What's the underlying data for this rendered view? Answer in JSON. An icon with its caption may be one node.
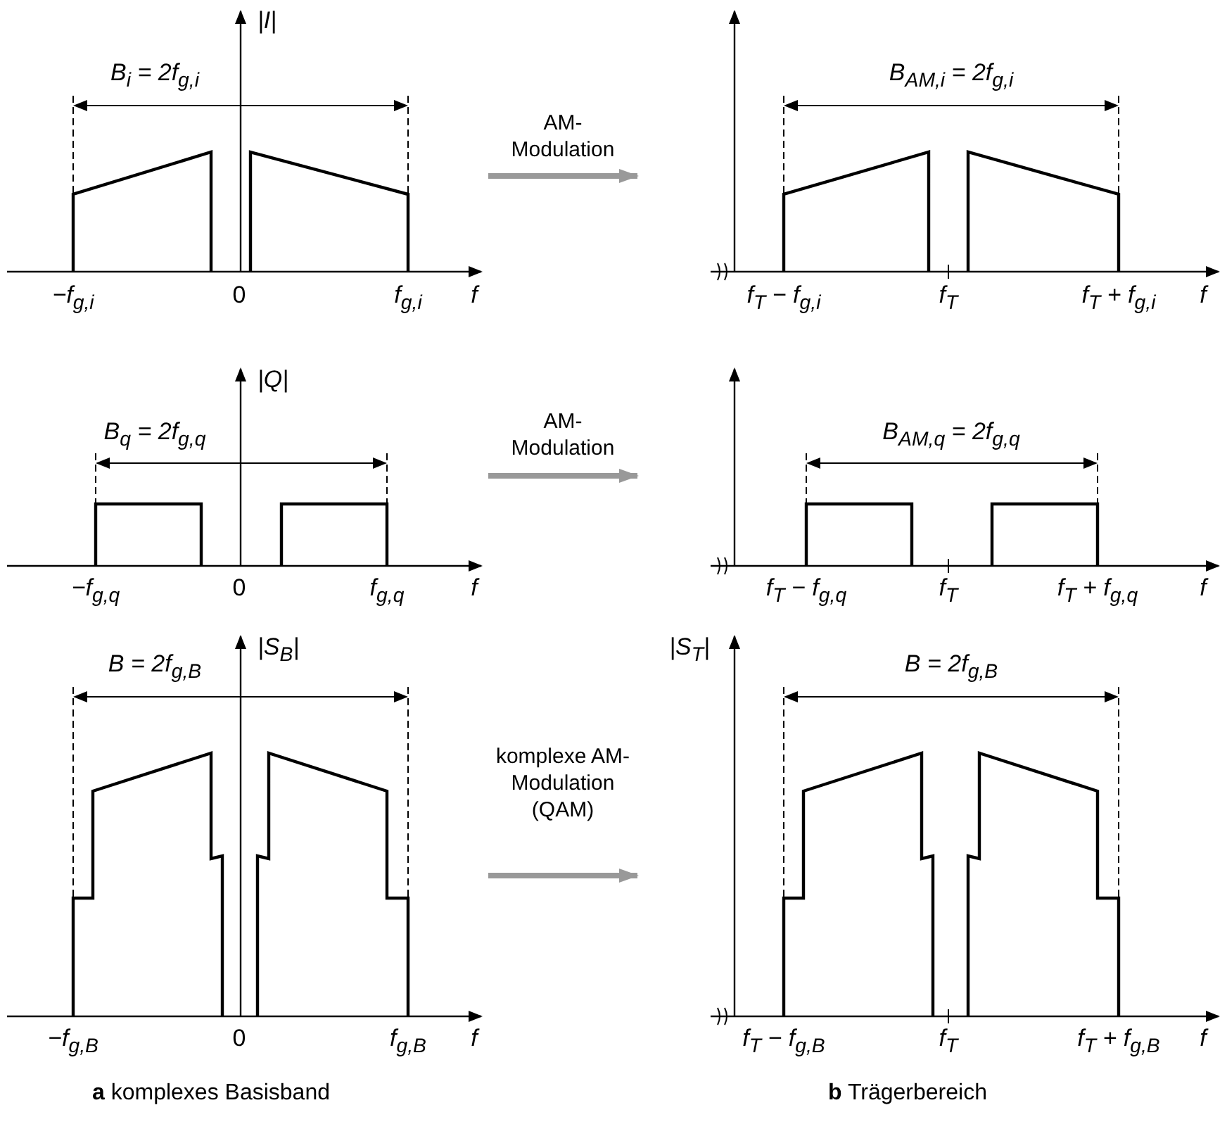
{
  "diagram": {
    "nodes": [
      {
        "text": [
          "|I|",
          "B$_{i}$ = 2f$_{g,i}$",
          "−f$_{g,i}$",
          "0",
          "f$_{g,i}$",
          "f"
        ]
      },
      {
        "text": [
          "B$_{AM,i}$ = 2f$_{g,i}$",
          "f$_{T}$ − f$_{g,i}$",
          "f$_{T}$",
          "f$_{T}$ + f$_{g,i}$",
          "f"
        ]
      },
      {
        "text": [
          "|Q|",
          "B$_{q}$ = 2f$_{g,q}$",
          "−f$_{g,q}$",
          "0",
          "f$_{g,q}$",
          "f"
        ]
      },
      {
        "text": [
          "B$_{AM,q}$ = 2f$_{g,q}$",
          "f$_{T}$ − f$_{g,q}$",
          "f$_{T}$",
          "f$_{T}$ + f$_{g,q}$",
          "f"
        ]
      },
      {
        "text": [
          "|S$_{B}$|",
          "B = 2f$_{g,B}$",
          "−f$_{g,B}$",
          "0",
          "f$_{g,B}$",
          "f"
        ]
      },
      {
        "text": [
          "|S$_{T}$|",
          "B = 2f$_{g,B}$",
          "f$_{T}$ − f$_{g,B}$",
          "f$_{T}$",
          "f$_{T}$ + f$_{g,B}$",
          "f"
        ]
      }
    ],
    "edges": [
      {
        "from": 0,
        "to": 1,
        "arrow": "to",
        "label": "AM- Modulation"
      },
      {
        "from": 2,
        "to": 3,
        "arrow": "to",
        "label": "AM- Modulation"
      },
      {
        "from": 4,
        "to": 5,
        "arrow": "to",
        "label": "komplexe AM- Modulation (QAM)"
      }
    ],
    "labels": [
      "**a** komplexes Basisband",
      "**b** Trägerbereich"
    ]
  }
}
